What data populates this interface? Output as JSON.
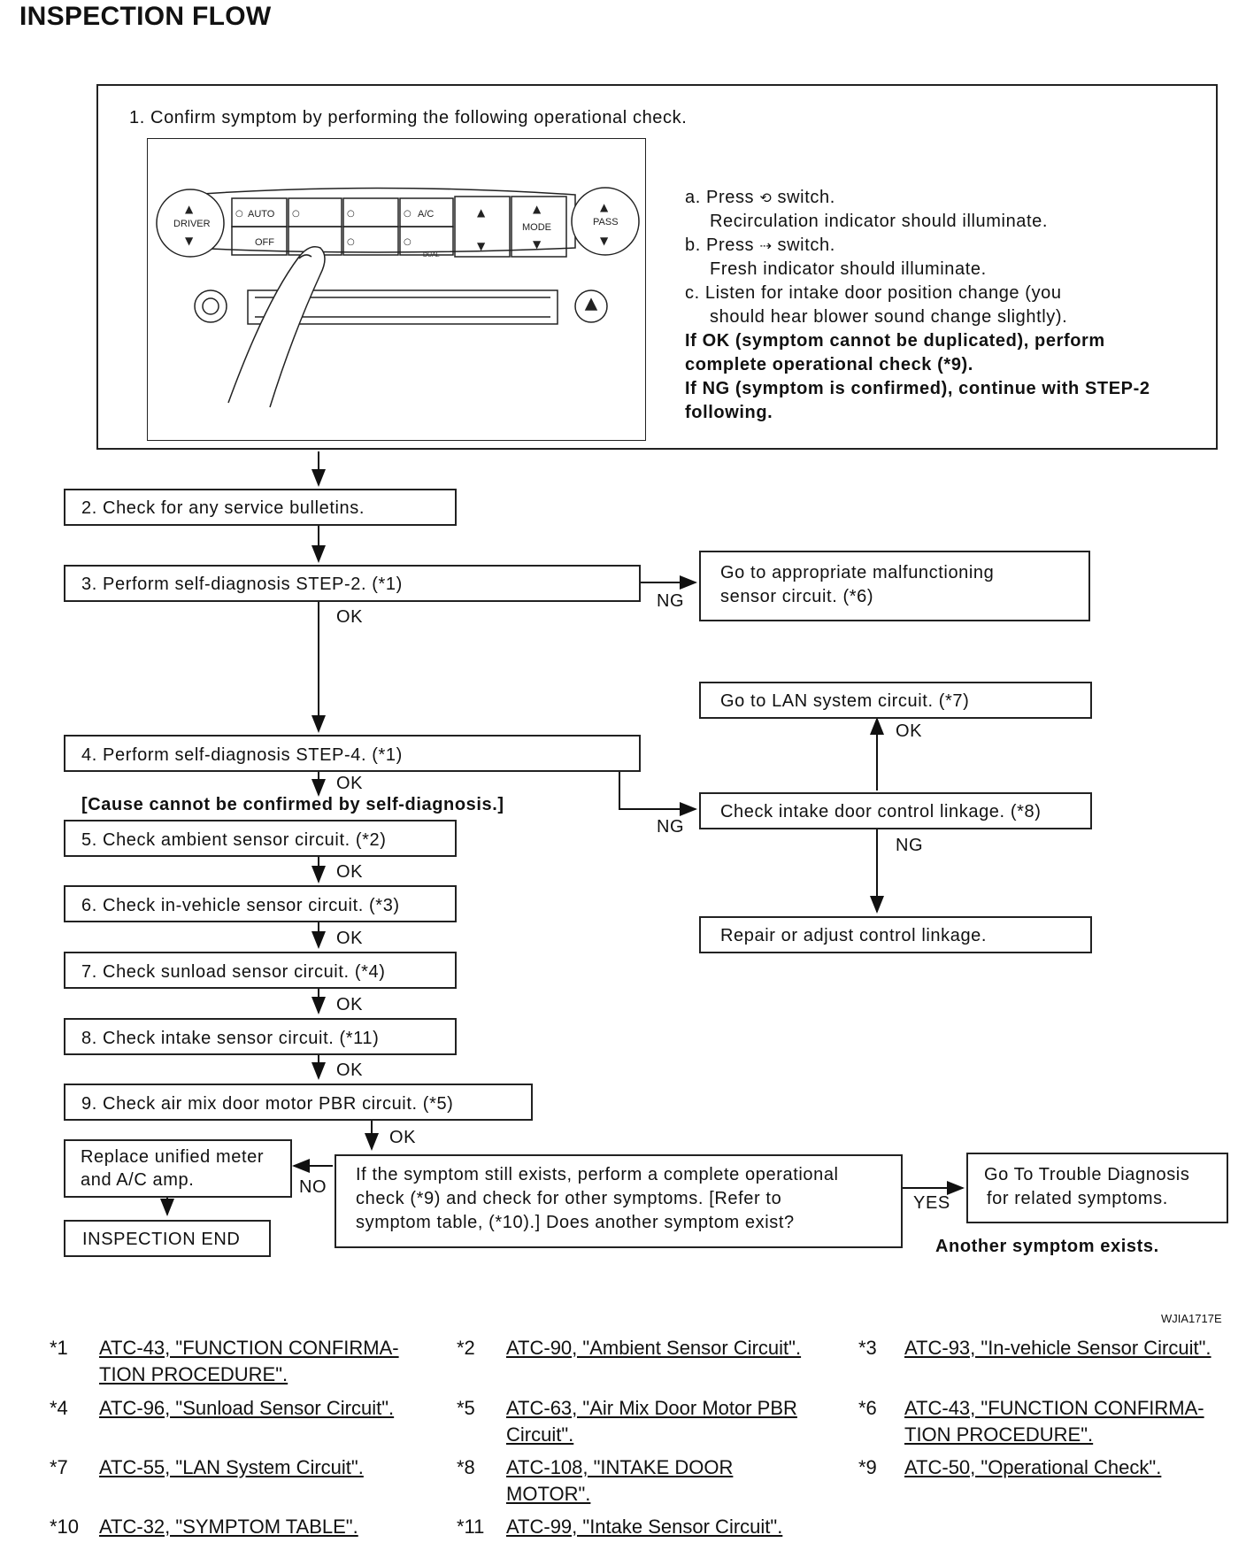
{
  "title": "INSPECTION FLOW",
  "step1": {
    "text": "1. Confirm symptom by performing the following operational check.",
    "a1": "a. Press",
    "a2": "switch.",
    "a3": "Recirculation indicator should illuminate.",
    "b1": "b. Press",
    "b2": "switch.",
    "b3": "Fresh indicator should illuminate.",
    "c1": "c. Listen for intake door position change (you",
    "c2": "should hear blower sound change slightly).",
    "ok1": "If OK (symptom cannot be duplicated), perform",
    "ok2": "complete operational check (*9).",
    "ng1": "If NG (symptom is confirmed), continue with STEP-2",
    "ng2": "following."
  },
  "panel": {
    "driver": "DRIVER",
    "auto": "AUTO",
    "off": "OFF",
    "ac": "A/C",
    "dual": "DUAL",
    "mode": "MODE",
    "pass": "PASS"
  },
  "steps": {
    "s2": "2. Check for any service bulletins.",
    "s3": "3. Perform self-diagnosis STEP-2. (*1)",
    "s3_ng": "Go to appropriate malfunctioning",
    "s3_ng2": "sensor circuit. (*6)",
    "s4": "4. Perform self-diagnosis STEP-4. (*1)",
    "cause": "[Cause cannot be confirmed by self-diagnosis.]",
    "s5": "5. Check ambient sensor circuit. (*2)",
    "s6": "6. Check in-vehicle sensor circuit. (*3)",
    "s7": "7. Check sunload sensor circuit. (*4)",
    "s8": "8. Check intake sensor circuit. (*11)",
    "s9": "9.  Check air mix door motor PBR circuit. (*5)",
    "lan": "Go to LAN system circuit. (*7)",
    "linkage": "Check intake door control linkage. (*8)",
    "repair": "Repair or adjust control linkage.",
    "replace1": "Replace unified meter",
    "replace2": "and A/C amp.",
    "end": "INSPECTION END",
    "q1": "If the symptom still exists, perform a complete operational",
    "q2": "check (*9) and check for other symptoms. [Refer to",
    "q3": "symptom table, (*10).] Does another symptom exist?",
    "goto1": "Go To Trouble Diagnosis",
    "goto2": "for related symptoms.",
    "another": "Another symptom exists."
  },
  "labels": {
    "ok": "OK",
    "ng": "NG",
    "no": "NO",
    "yes": "YES"
  },
  "figure_id": "WJIA1717E",
  "refs": [
    {
      "num": "*1",
      "text": "ATC-43, \"FUNCTION CONFIRMA-TION PROCEDURE\"."
    },
    {
      "num": "*2",
      "text": "ATC-90, \"Ambient Sensor Circuit\"."
    },
    {
      "num": "*3",
      "text": "ATC-93, \"In-vehicle Sensor Circuit\"."
    },
    {
      "num": "*4",
      "text": "ATC-96, \"Sunload Sensor Circuit\"."
    },
    {
      "num": "*5",
      "text": "ATC-63, \"Air Mix Door Motor PBR Circuit\"."
    },
    {
      "num": "*6",
      "text": "ATC-43, \"FUNCTION CONFIRMA-TION PROCEDURE\"."
    },
    {
      "num": "*7",
      "text": "ATC-55, \"LAN System Circuit\"."
    },
    {
      "num": "*8",
      "text": "ATC-108, \"INTAKE DOOR MOTOR\"."
    },
    {
      "num": "*9",
      "text": "ATC-50, \"Operational Check\"."
    },
    {
      "num": "*10",
      "text": "ATC-32, \"SYMPTOM TABLE\"."
    },
    {
      "num": "*11",
      "text": "ATC-99, \"Intake Sensor Circuit\"."
    }
  ]
}
